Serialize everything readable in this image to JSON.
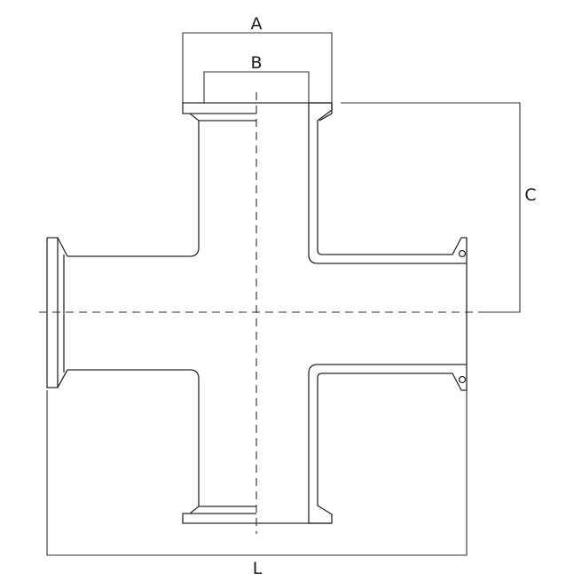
{
  "diagram": {
    "labels": {
      "a": "A",
      "b": "B",
      "c": "C",
      "l": "L"
    },
    "colors": {
      "line": "#2a2a2a",
      "background": "#ffffff"
    }
  }
}
